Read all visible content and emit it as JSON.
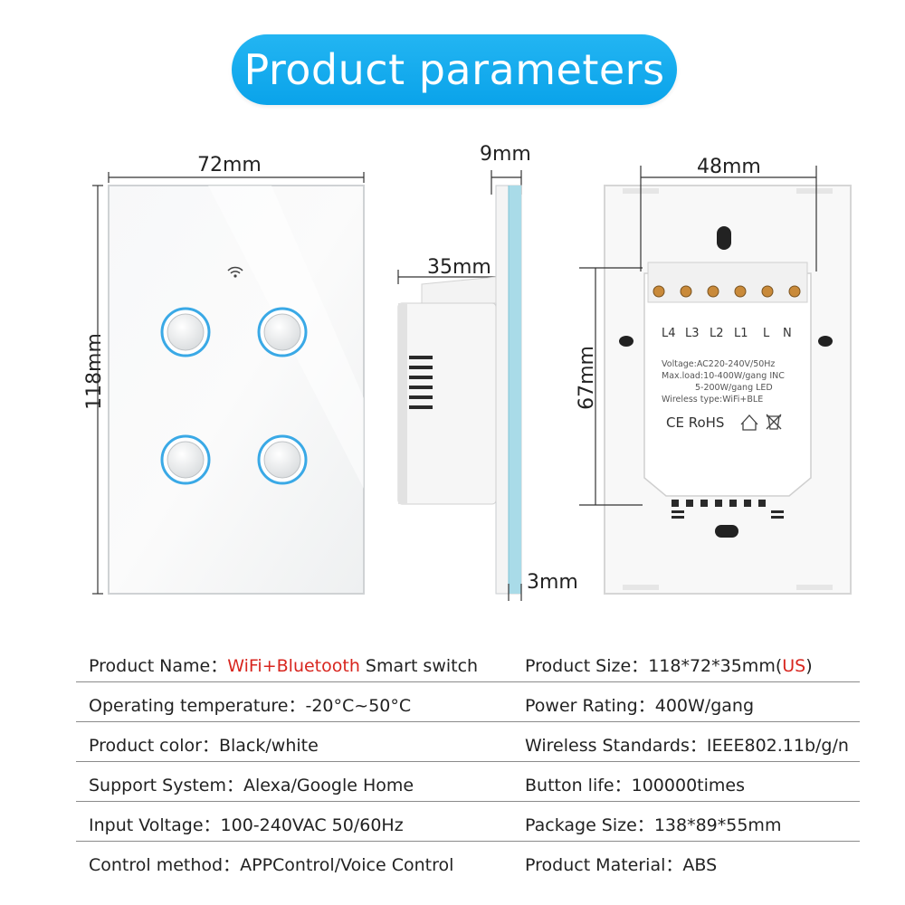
{
  "title": "Product parameters",
  "dimensions": {
    "width": "72mm",
    "height": "118mm",
    "thickness": "9mm",
    "depth": "35mm",
    "glass": "3mm",
    "hole_spacing": "48mm",
    "module_height": "67mm"
  },
  "module": {
    "terminals": [
      "L4",
      "L3",
      "L2",
      "L1",
      "L",
      "N"
    ],
    "label_lines": [
      "Voltage:AC220-240V/50Hz",
      "Max.load:10-400W/gang  INC",
      "5-200W/gang  LED",
      "Wireless type:WiFi+BLE"
    ],
    "cert_marks": "CE RoHS"
  },
  "specs": [
    {
      "left_label": "Product Name：",
      "left_highlight": "WiFi+Bluetooth",
      "left_value": " Smart switch",
      "right_label": "Product Size：",
      "right_value": "118*72*35mm(",
      "right_highlight": "US",
      "right_tail": ")"
    },
    {
      "left_label": "Operating temperature：",
      "left_highlight": "",
      "left_value": "-20°C~50°C",
      "right_label": "Power Rating：",
      "right_value": "400W/gang",
      "right_highlight": "",
      "right_tail": ""
    },
    {
      "left_label": "Product color：",
      "left_highlight": "",
      "left_value": "Black/white",
      "right_label": "Wireless Standards：",
      "right_value": "IEEE802.11b/g/n",
      "right_highlight": "",
      "right_tail": ""
    },
    {
      "left_label": "Support System：",
      "left_highlight": "",
      "left_value": "Alexa/Google Home",
      "right_label": "Button life：",
      "right_value": "100000times",
      "right_highlight": "",
      "right_tail": ""
    },
    {
      "left_label": "Input Voltage：",
      "left_highlight": "",
      "left_value": "100-240VAC 50/60Hz",
      "right_label": "Package Size：",
      "right_value": "138*89*55mm",
      "right_highlight": "",
      "right_tail": ""
    },
    {
      "left_label": "Control method：",
      "left_highlight": "",
      "left_value": "APPControl/Voice Control",
      "right_label": "Product Material：",
      "right_value": "ABS",
      "right_highlight": "",
      "right_tail": ""
    }
  ],
  "colors": {
    "title_bg": "#0aa3ea",
    "highlight": "#d8261f",
    "button_ring": "#3aa9e6"
  },
  "icons": [
    "wifi-icon",
    "recycle-bin-icon",
    "house-icon"
  ]
}
